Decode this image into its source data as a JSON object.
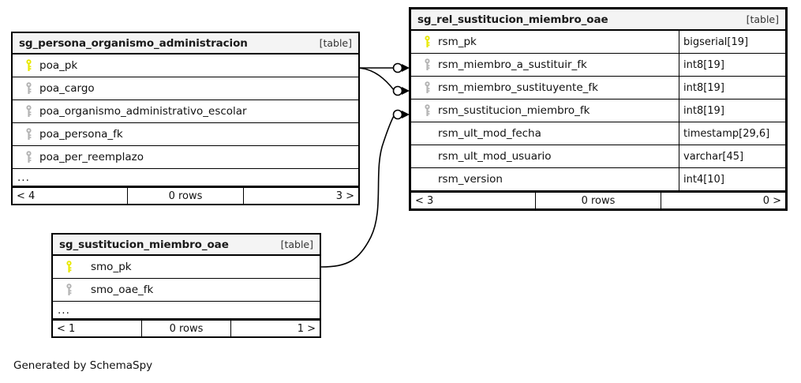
{
  "diagram": {
    "footnote": "Generated by SchemaSpy",
    "table_tag": "[table]",
    "rows_label": "0 rows",
    "ellipsis": "...",
    "colors": {
      "pk_key": "#e8e800",
      "fk_key": "#b3b3b3",
      "border": "#000000",
      "header_bg": "#f4f4f4",
      "page_bg": "#ffffff"
    }
  },
  "tables": {
    "persona_organismo": {
      "name": "sg_persona_organismo_administracion",
      "tag": "[table]",
      "columns": [
        {
          "key": "pk",
          "name": "poa_pk"
        },
        {
          "key": "fk",
          "name": "poa_cargo"
        },
        {
          "key": "fk",
          "name": "poa_organismo_administrativo_escolar"
        },
        {
          "key": "fk",
          "name": "poa_persona_fk"
        },
        {
          "key": "fk",
          "name": "poa_per_reemplazo"
        }
      ],
      "ellipsis": "...",
      "footer": {
        "left": "< 4",
        "middle": "0 rows",
        "right": "3 >"
      }
    },
    "rel_sustitucion": {
      "name": "sg_rel_sustitucion_miembro_oae",
      "tag": "[table]",
      "columns": [
        {
          "key": "pk",
          "name": "rsm_pk",
          "type": "bigserial[19]"
        },
        {
          "key": "fk",
          "name": "rsm_miembro_a_sustituir_fk",
          "type": "int8[19]"
        },
        {
          "key": "fk",
          "name": "rsm_miembro_sustituyente_fk",
          "type": "int8[19]"
        },
        {
          "key": "fk",
          "name": "rsm_sustitucion_miembro_fk",
          "type": "int8[19]"
        },
        {
          "key": "none",
          "name": "rsm_ult_mod_fecha",
          "type": "timestamp[29,6]"
        },
        {
          "key": "none",
          "name": "rsm_ult_mod_usuario",
          "type": "varchar[45]"
        },
        {
          "key": "none",
          "name": "rsm_version",
          "type": "int4[10]"
        }
      ],
      "footer": {
        "left": "< 3",
        "middle": "0 rows",
        "right": "0 >"
      }
    },
    "sustitucion_miembro": {
      "name": "sg_sustitucion_miembro_oae",
      "tag": "[table]",
      "columns": [
        {
          "key": "pk",
          "name": "smo_pk"
        },
        {
          "key": "fk",
          "name": "smo_oae_fk"
        }
      ],
      "ellipsis": "...",
      "footer": {
        "left": "< 1",
        "middle": "0 rows",
        "right": "1 >"
      }
    }
  },
  "relationships": [
    {
      "from": "sg_persona_organismo_administracion.poa_pk",
      "to": "sg_rel_sustitucion_miembro_oae.rsm_miembro_a_sustituir_fk"
    },
    {
      "from": "sg_persona_organismo_administracion.poa_pk",
      "to": "sg_rel_sustitucion_miembro_oae.rsm_miembro_sustituyente_fk"
    },
    {
      "from": "sg_sustitucion_miembro_oae.smo_pk",
      "to": "sg_rel_sustitucion_miembro_oae.rsm_sustitucion_miembro_fk"
    }
  ]
}
